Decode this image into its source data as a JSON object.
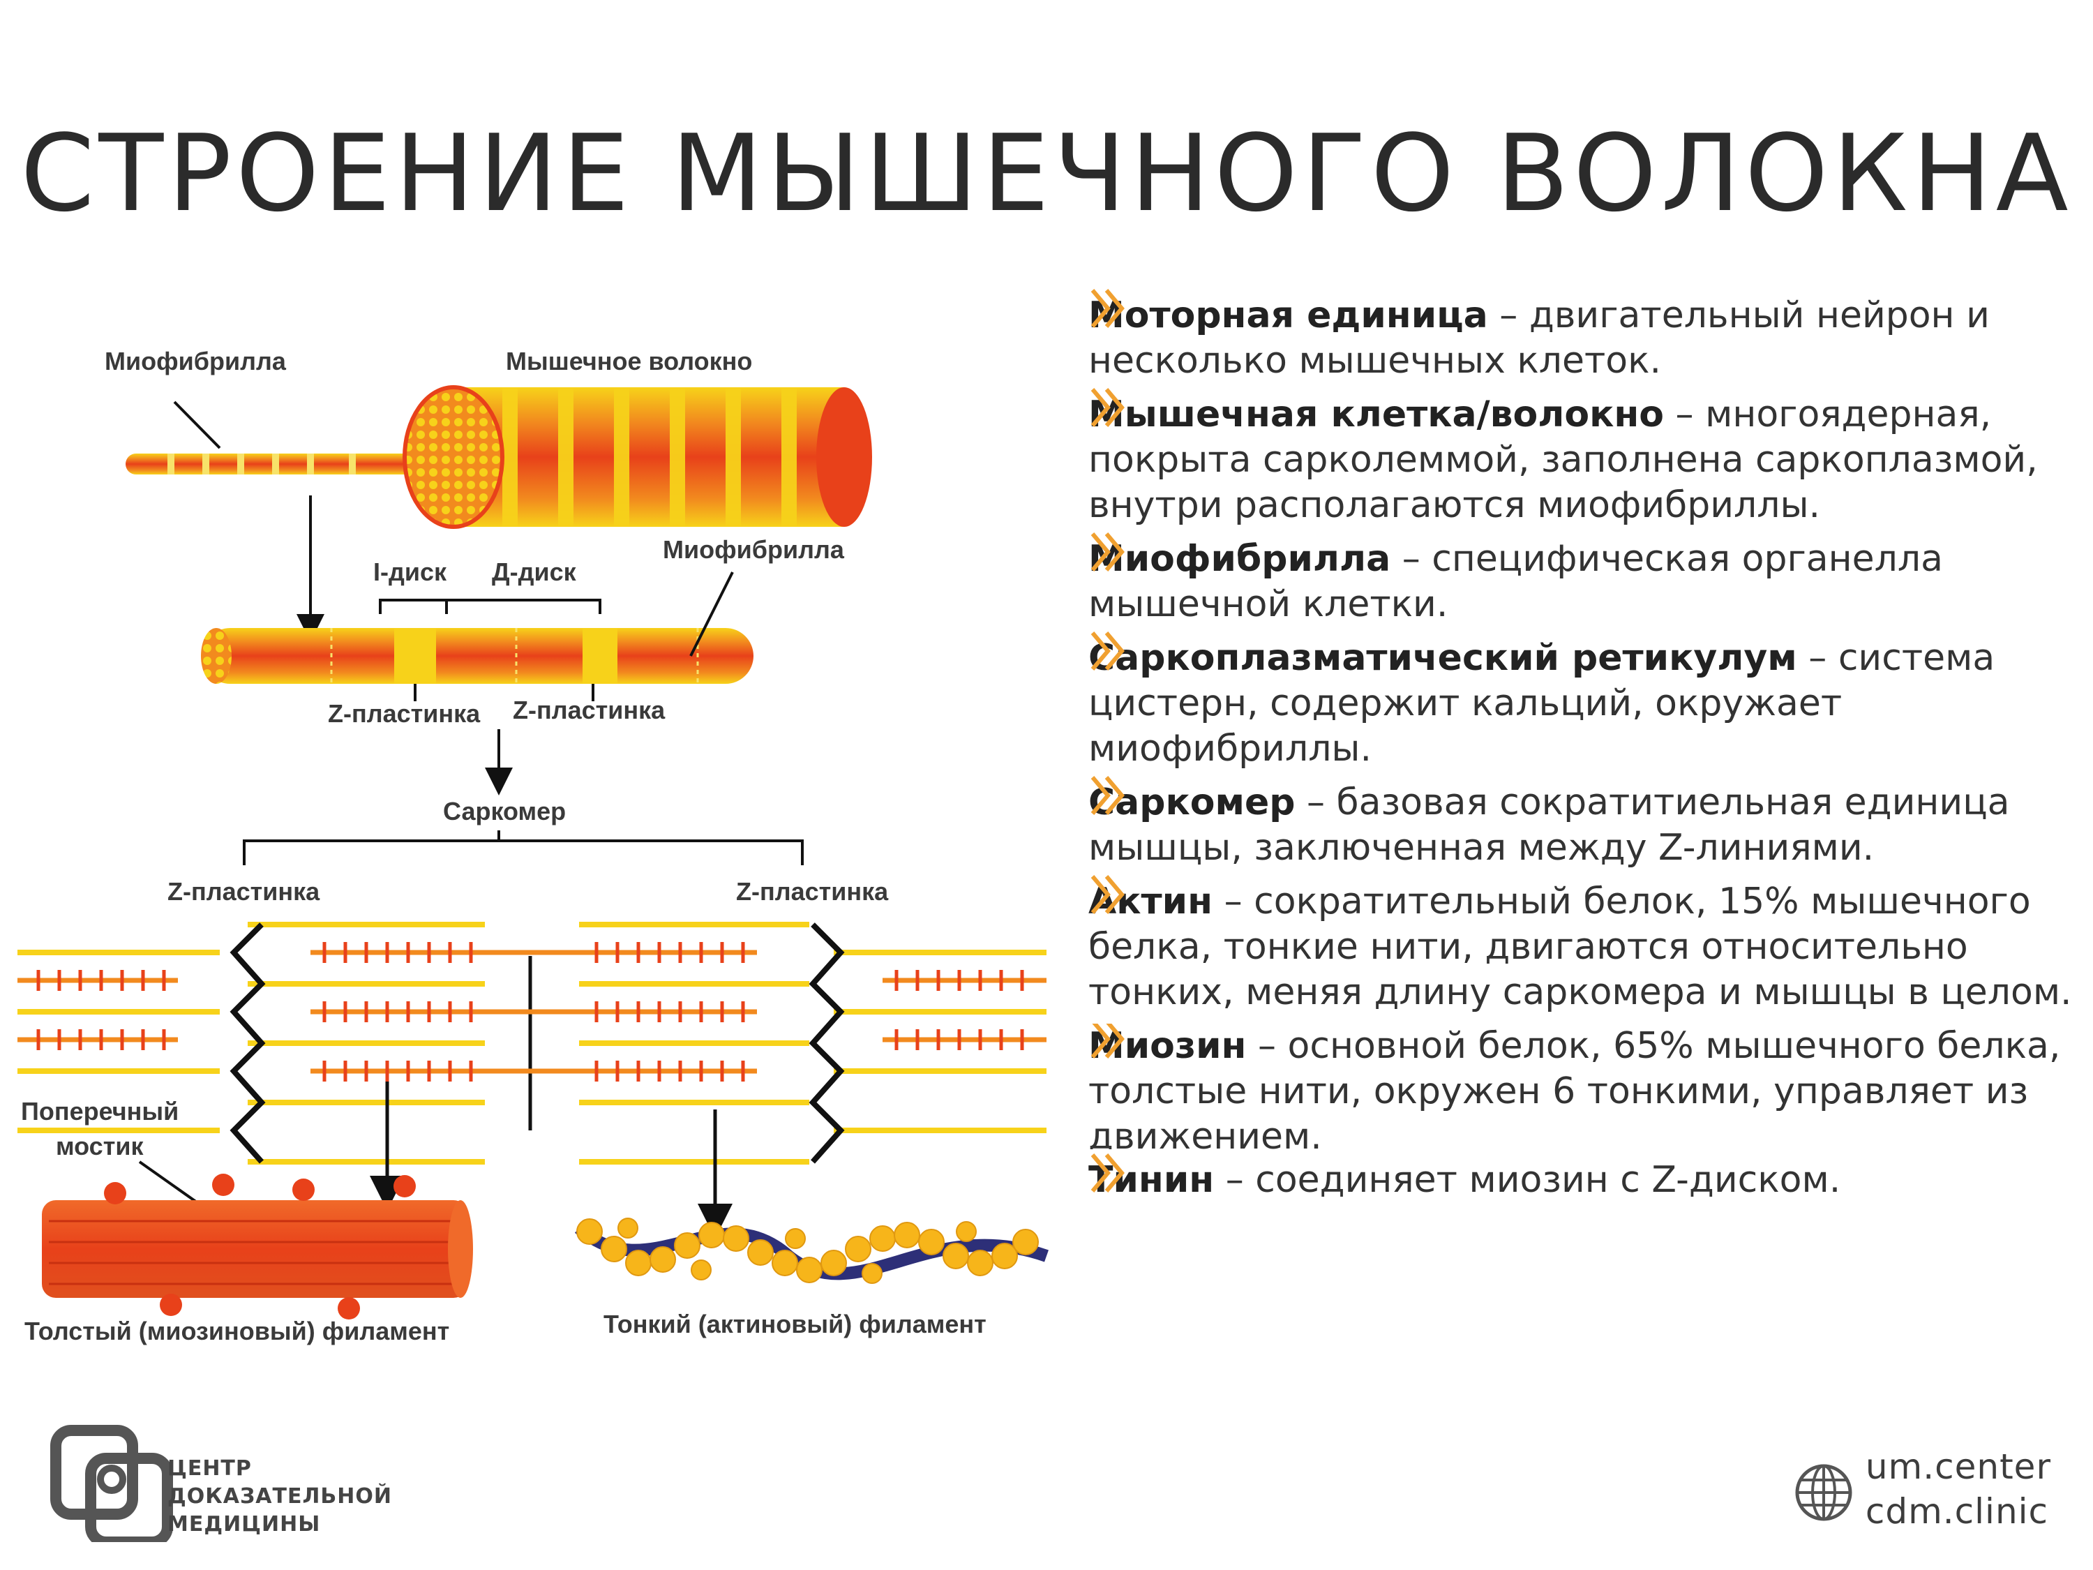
{
  "title": "СТРОЕНИЕ МЫШЕЧНОГО ВОЛОКНА",
  "diagram": {
    "labels": {
      "myofibril_top": "Миофибрилла",
      "muscle_fiber": "Мышечное волокно",
      "i_disk": "I-диск",
      "d_disk": "Д-диск",
      "myofibril_right": "Миофибрилла",
      "z_plate_1": "Z-пластинка",
      "z_plate_2": "Z-пластинка",
      "sarcomere": "Саркомер",
      "z_plate_left": "Z-пластинка",
      "z_plate_right": "Z-пластинка",
      "cross_bridge_1": "Поперечный",
      "cross_bridge_2": "мостик",
      "thick_filament": "Толстый (миозиновый) филамент",
      "thin_filament": "Тонкий (актиновый) филамент"
    },
    "colors": {
      "red": "#e8411a",
      "orange": "#f28a1e",
      "yellow": "#f7d21a",
      "navy": "#2d2f78"
    }
  },
  "definitions": [
    {
      "term": "Моторная единица",
      "desc": " – двигательный нейрон и несколько мышечных клеток."
    },
    {
      "term": "Мышечная клетка/волокно",
      "desc": " – многоядерная, покрыта сарколеммой, заполнена саркоплазмой, внутри располагаются миофибриллы."
    },
    {
      "term": "Миофибрилла",
      "desc": " – специфическая органелла мышечной клетки."
    },
    {
      "term": "Саркоплазматический ретикулум",
      "desc": " – система цистерн, содержит кальций, окружает миофибриллы."
    },
    {
      "term": "Саркомер",
      "desc": " – базовая сократитиельная единица мышцы, заключенная между Z-линиями."
    },
    {
      "term": "Актин",
      "desc": " – сократительный белок, 15% мышечного белка, тонкие нити, двигаются относительно тонких, меняя длину саркомера и мышцы в целом."
    },
    {
      "term": "Миозин",
      "desc": " – основной белок, 65% мышечного белка, толстые нити, окружен 6 тонкими, управляет из движением."
    },
    {
      "term": "Тинин",
      "desc": " – соединяет миозин с Z-диском."
    }
  ],
  "chevron_color": "#f0a030",
  "logo": {
    "line1": "ЦЕНТР",
    "line2": "ДОКАЗАТЕЛЬНОЙ",
    "line3": "МЕДИЦИНЫ",
    "icon": "cdm-logo-icon"
  },
  "sites": {
    "line1": "um.center",
    "line2": "cdm.clinic",
    "icon": "globe-icon"
  }
}
